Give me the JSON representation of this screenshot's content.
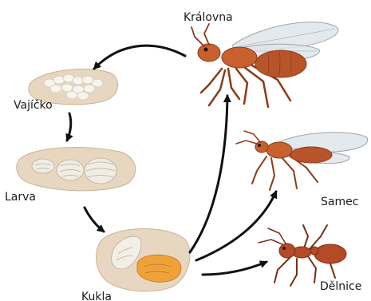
{
  "labels": {
    "queen": "Královna",
    "egg": "Vajíčko",
    "larva": "Larva",
    "pupa": "Kukla",
    "male": "Samec",
    "worker": "Dělnice"
  },
  "colors": {
    "arrow": "#111111",
    "ant_body": "#c8612e",
    "ant_dark": "#8c3a18",
    "worker_body": "#b44a26",
    "wing": "#dfe5ea",
    "wing_edge": "#9aa6b0",
    "mound": "#e8d7c0",
    "mound_edge": "#c9b292",
    "egg": "#f7f5ee",
    "larva": "#f1ede3",
    "pupa_white": "#f2efe7",
    "pupa_orange": "#f0a23a"
  }
}
